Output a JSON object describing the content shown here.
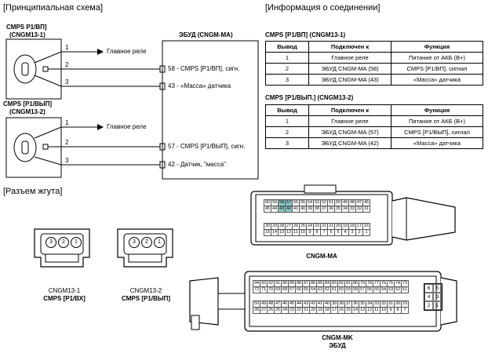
{
  "schematic": {
    "title": "[Принципиальная схема]",
    "sensor1": {
      "name": "CMPS P1/ВП]",
      "code": "(CNGM13-1)"
    },
    "sensor2": {
      "name": "CMPS [P1/ВЫП]",
      "code": "(CNGM13-2)"
    },
    "ecu_title": "ЭБУД (CNGM-MA)",
    "pins": [
      "1",
      "2",
      "3"
    ],
    "relay_label": "Главное реле",
    "ecu_pins_1": [
      "58 - CMPS [P1/ВП], сигн.",
      "43 - «Масса» датчика"
    ],
    "ecu_pins_2": [
      "57 - CMPS [P1/ВЫП], сигн.",
      "42 - Датчик, \"масса\""
    ]
  },
  "info": {
    "title": "[Информация о соединении]",
    "headers": [
      "Вывод",
      "Подключен к",
      "Функция"
    ],
    "table1": {
      "title": "CMPS [P1/ВП] (CNGM13-1)",
      "rows": [
        [
          "1",
          "Главное реле",
          "Питание от АКБ (B+)"
        ],
        [
          "2",
          "ЭБУД CNGM-MA (58)",
          "CMPS [P1/ВП], сигнал"
        ],
        [
          "3",
          "ЭБУД CNGM-MA (43)",
          "«Масса» датчика"
        ]
      ]
    },
    "table2": {
      "title": "CMPS [P1/ВЫП.] (CNGM13-2)",
      "rows": [
        [
          "1",
          "Главное реле",
          "Питание от АКБ (B+)"
        ],
        [
          "2",
          "ЭБУД CNGM-MA (57)",
          "CMPS [P1/ВЫП], сигнал"
        ],
        [
          "3",
          "ЭБУД CNGM-MA (42)",
          "«Масса» датчика"
        ]
      ]
    }
  },
  "harness": {
    "title": "[Разъем жгута]",
    "conn1": {
      "code": "CNGM13-1",
      "name": "CMPS [P1/ВХ]",
      "pins": [
        "3",
        "2",
        "1"
      ]
    },
    "conn2": {
      "code": "CNGM13-2",
      "name": "CMPS [P1/ВЫП]",
      "pins": [
        "3",
        "2",
        "1"
      ]
    },
    "ma": {
      "name": "CNGM-MA",
      "row1": [
        "60",
        "59",
        "58",
        "57",
        "56",
        "55",
        "54",
        "53",
        "52",
        "51",
        "50",
        "49",
        "48",
        "47",
        "46"
      ],
      "row2": [
        "45",
        "44",
        "43",
        "42",
        "41",
        "40",
        "39",
        "38",
        "37",
        "36",
        "35",
        "34",
        "33",
        "32",
        "31"
      ],
      "row3": [
        "30",
        "29",
        "28",
        "27",
        "26",
        "25",
        "24",
        "23",
        "22",
        "21",
        "20",
        "19",
        "18",
        "17",
        "16"
      ],
      "row4": [
        "15",
        "14",
        "13",
        "12",
        "11",
        "10",
        "9",
        "8",
        "7",
        "6",
        "5",
        "4",
        "3",
        "2",
        "1"
      ],
      "highlight": [
        "58",
        "57",
        "43",
        "42"
      ]
    },
    "mk": {
      "name": "CNGM-MK",
      "subname": "ЭБУД",
      "row1": [
        "94",
        "93",
        "92",
        "91",
        "90",
        "89",
        "88",
        "87",
        "86",
        "85",
        "84",
        "83",
        "82",
        "81",
        "80",
        "79",
        "78",
        "77",
        "76",
        "75",
        "74",
        "73"
      ],
      "row2": [
        "72",
        "71",
        "70",
        "69",
        "68",
        "67",
        "66",
        "65",
        "64",
        "63",
        "62",
        "61",
        "60",
        "59",
        "58",
        "57",
        "56",
        "55",
        "54",
        "53",
        "52",
        "51"
      ],
      "row3": [
        "50",
        "49",
        "48",
        "47",
        "46",
        "45",
        "44",
        "43",
        "42",
        "41",
        "40",
        "39",
        "38",
        "37",
        "36",
        "35",
        "34",
        "33",
        "32",
        "31",
        "30",
        "29"
      ],
      "row4": [
        "28",
        "27",
        "26",
        "25",
        "24",
        "23",
        "22",
        "21",
        "20",
        "19",
        "18",
        "17",
        "16",
        "15",
        "14",
        "13",
        "12",
        "11",
        "10",
        "9",
        "8",
        "7"
      ],
      "side": [
        [
          "6",
          "5"
        ],
        [
          "4",
          "3"
        ],
        [
          "2",
          "1"
        ]
      ]
    }
  }
}
